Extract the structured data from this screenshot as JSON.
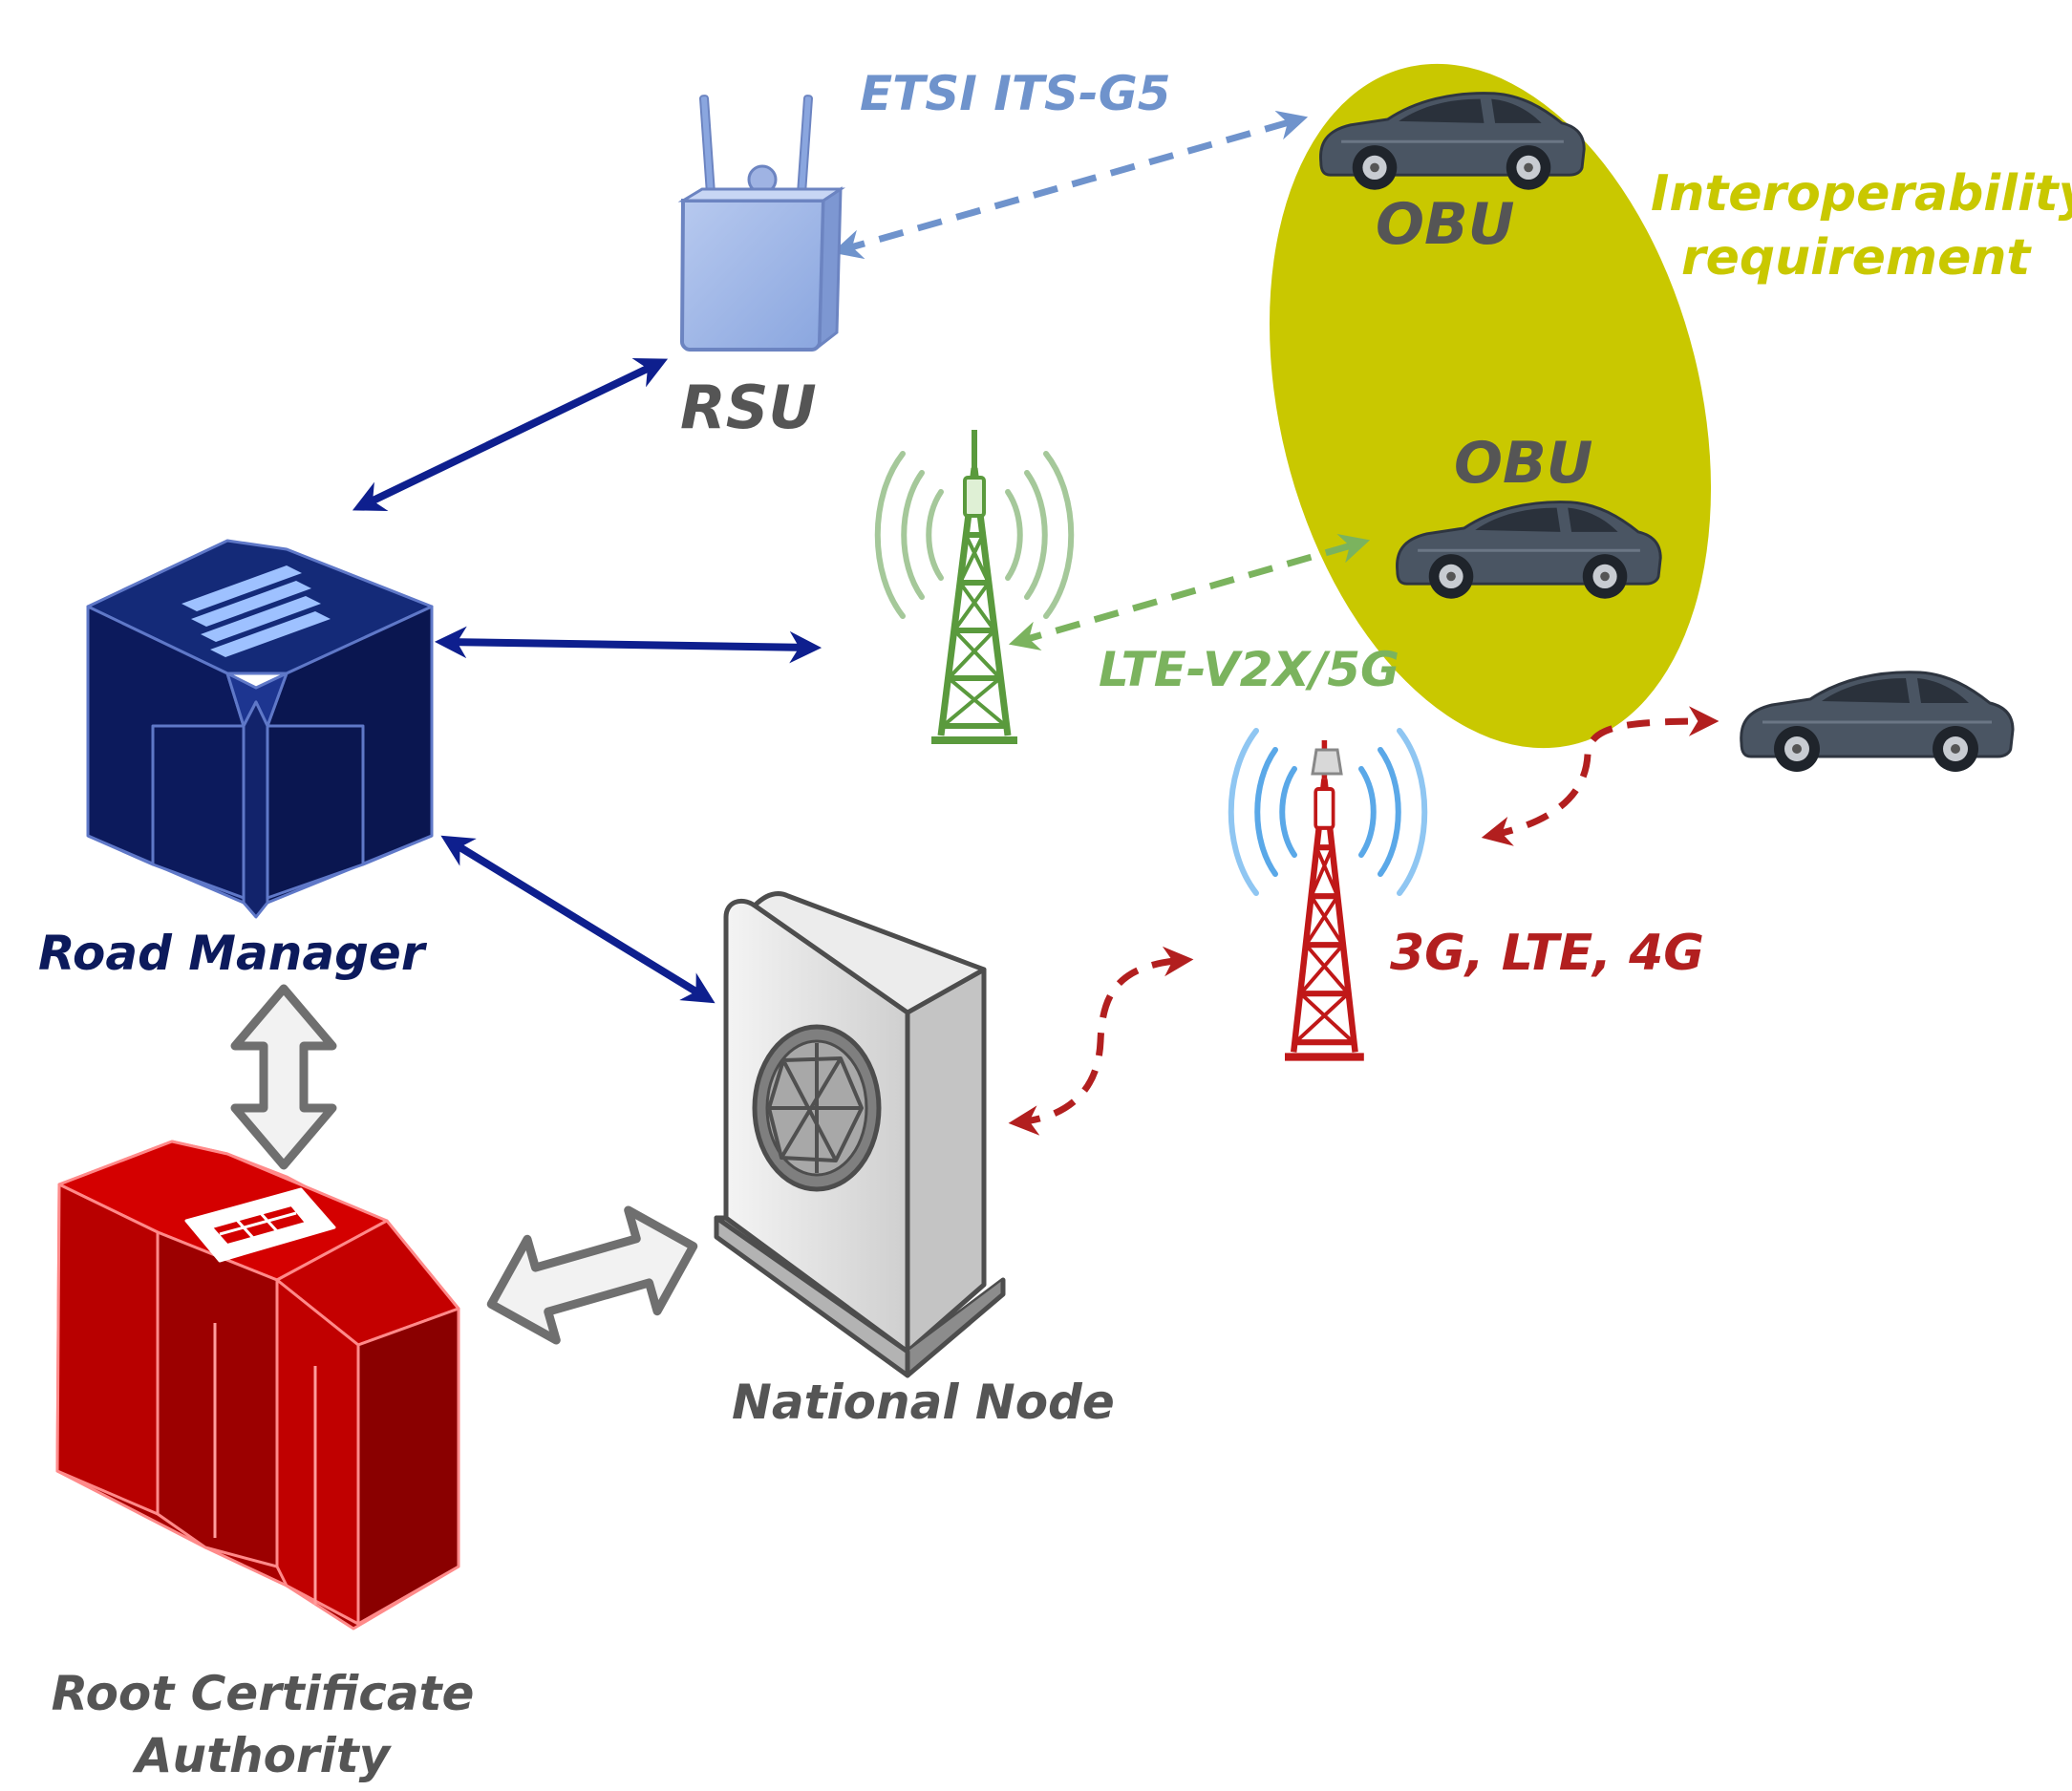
{
  "labels": {
    "etsi": "ETSI ITS-G5",
    "rsu": "RSU",
    "obu_top": "OBU",
    "obu_bottom": "OBU",
    "interop_line1": "Interoperability",
    "interop_line2": "requirement",
    "lte_v2x": "LTE-V2X/5G",
    "cellular": "3G, LTE, 4G",
    "road_manager": "Road Manager",
    "national_node": "National Node",
    "root_ca_line1": "Root Certificate",
    "root_ca_line2": "Authority"
  },
  "colors": {
    "etsi_link": "#6f93cc",
    "lte_link": "#7bb35e",
    "cellular_link": "#b21f1f",
    "backbone_link": "#0e1f8e",
    "road_manager": "#0c1a5c",
    "root_ca": "#c40000",
    "national_node": "#d9d9d9",
    "interop_zone": "#c9c800",
    "car_body": "#4a5563",
    "label_gray": "#555555"
  },
  "icons": {
    "road_manager": "server-cluster-icon",
    "root_ca": "certificate-server-icon",
    "national_node": "network-server-icon",
    "rsu": "wireless-router-icon",
    "lte_tower": "cell-tower-icon",
    "cellular_tower": "cell-tower-icon",
    "vehicle": "car-icon"
  }
}
